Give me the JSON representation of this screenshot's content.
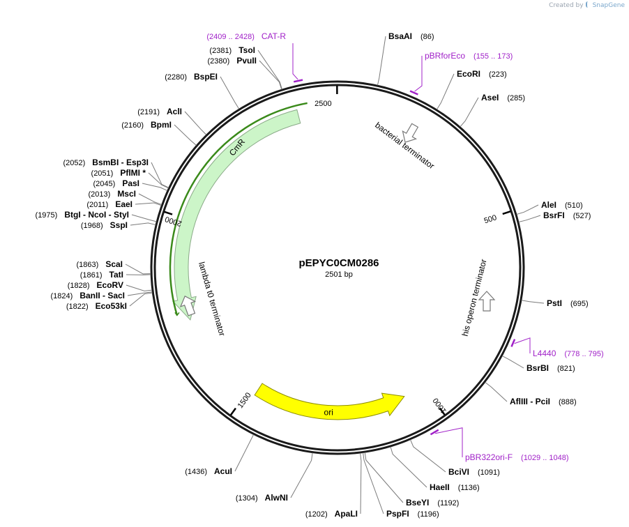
{
  "credit": {
    "prefix": "Created by",
    "brand": "SnapGene"
  },
  "plasmid": {
    "name": "pEPYC0CM0286",
    "size_label": "2501 bp",
    "length": 2501
  },
  "ticks": [
    {
      "pos": 500,
      "label": "500"
    },
    {
      "pos": 1000,
      "label": "1000"
    },
    {
      "pos": 1500,
      "label": "1500"
    },
    {
      "pos": 2000,
      "label": "2000"
    },
    {
      "pos": 2500,
      "label": "2500"
    }
  ],
  "features": [
    {
      "label": "CmR",
      "type": "cds",
      "start": 2401,
      "end": 1740,
      "color": "#ccf5c8",
      "stroke": "#8aaa88"
    },
    {
      "label": "ori",
      "type": "cds",
      "start": 1480,
      "end": 1060,
      "color": "#ffff00",
      "stroke": "#8c8c00"
    },
    {
      "label": "bacterial terminator",
      "type": "terminator",
      "pos": 140
    },
    {
      "label": "his operon terminator",
      "type": "terminator",
      "pos": 680
    },
    {
      "label": "lambda t0 terminator",
      "type": "terminator",
      "pos": 1800
    }
  ],
  "enzymes": [
    {
      "name": "BsaAI",
      "pos_label": "(86)",
      "pos": 86,
      "side": "right"
    },
    {
      "name": "EcoRI",
      "pos_label": "(223)",
      "pos": 223,
      "side": "right"
    },
    {
      "name": "AseI",
      "pos_label": "(285)",
      "pos": 285,
      "side": "right"
    },
    {
      "name": "AleI",
      "pos_label": "(510)",
      "pos": 510,
      "side": "right"
    },
    {
      "name": "BsrFI",
      "pos_label": "(527)",
      "pos": 527,
      "side": "right"
    },
    {
      "name": "PstI",
      "pos_label": "(695)",
      "pos": 695,
      "side": "right"
    },
    {
      "name": "BsrBI",
      "pos_label": "(821)",
      "pos": 821,
      "side": "right"
    },
    {
      "name": "AflIII - PciI",
      "pos_label": "(888)",
      "pos": 888,
      "side": "right"
    },
    {
      "name": "BciVI",
      "pos_label": "(1091)",
      "pos": 1091,
      "side": "right"
    },
    {
      "name": "HaeII",
      "pos_label": "(1136)",
      "pos": 1136,
      "side": "right"
    },
    {
      "name": "BseYI",
      "pos_label": "(1192)",
      "pos": 1192,
      "side": "right"
    },
    {
      "name": "PspFI",
      "pos_label": "(1196)",
      "pos": 1196,
      "side": "right"
    },
    {
      "name": "ApaLI",
      "pos_label": "(1202)",
      "pos": 1202,
      "side": "left"
    },
    {
      "name": "AlwNI",
      "pos_label": "(1304)",
      "pos": 1304,
      "side": "left"
    },
    {
      "name": "AcuI",
      "pos_label": "(1436)",
      "pos": 1436,
      "side": "left"
    },
    {
      "name": "Eco53kI",
      "pos_label": "(1822)",
      "pos": 1822,
      "side": "left"
    },
    {
      "name": "BanII - SacI",
      "pos_label": "(1824)",
      "pos": 1824,
      "side": "left"
    },
    {
      "name": "EcoRV",
      "pos_label": "(1828)",
      "pos": 1828,
      "side": "left"
    },
    {
      "name": "TatI",
      "pos_label": "(1861)",
      "pos": 1861,
      "side": "left"
    },
    {
      "name": "ScaI",
      "pos_label": "(1863)",
      "pos": 1863,
      "side": "left"
    },
    {
      "name": "SspI",
      "pos_label": "(1968)",
      "pos": 1968,
      "side": "left"
    },
    {
      "name": "BtgI - NcoI - StyI",
      "pos_label": "(1975)",
      "pos": 1975,
      "side": "left"
    },
    {
      "name": "EaeI",
      "pos_label": "(2011)",
      "pos": 2011,
      "side": "left"
    },
    {
      "name": "MscI",
      "pos_label": "(2013)",
      "pos": 2013,
      "side": "left"
    },
    {
      "name": "PasI",
      "pos_label": "(2045)",
      "pos": 2045,
      "side": "left"
    },
    {
      "name": "PflMI *",
      "pos_label": "(2051)",
      "pos": 2051,
      "side": "left"
    },
    {
      "name": "BsmBI - Esp3I",
      "pos_label": "(2052)",
      "pos": 2052,
      "side": "left"
    },
    {
      "name": "BpmI",
      "pos_label": "(2160)",
      "pos": 2160,
      "side": "left"
    },
    {
      "name": "AclI",
      "pos_label": "(2191)",
      "pos": 2191,
      "side": "left"
    },
    {
      "name": "BspEI",
      "pos_label": "(2280)",
      "pos": 2280,
      "side": "left"
    },
    {
      "name": "PvuII",
      "pos_label": "(2380)",
      "pos": 2380,
      "side": "left"
    },
    {
      "name": "TsoI",
      "pos_label": "(2381)",
      "pos": 2381,
      "side": "left"
    }
  ],
  "primers": [
    {
      "name": "CAT-R",
      "pos_label": "(2409 .. 2428)",
      "start": 2409,
      "end": 2428,
      "side": "left"
    },
    {
      "name": "pBRforEco",
      "pos_label": "(155 .. 173)",
      "start": 155,
      "end": 173,
      "side": "right"
    },
    {
      "name": "L4440",
      "pos_label": "(778 .. 795)",
      "start": 778,
      "end": 795,
      "side": "right"
    },
    {
      "name": "pBR322ori-F",
      "pos_label": "(1029 .. 1048)",
      "start": 1029,
      "end": 1048,
      "side": "right"
    }
  ],
  "colors": {
    "backbone": "#1a1a1a",
    "primer": "#a020c8",
    "leader": "#7a7a7a"
  }
}
